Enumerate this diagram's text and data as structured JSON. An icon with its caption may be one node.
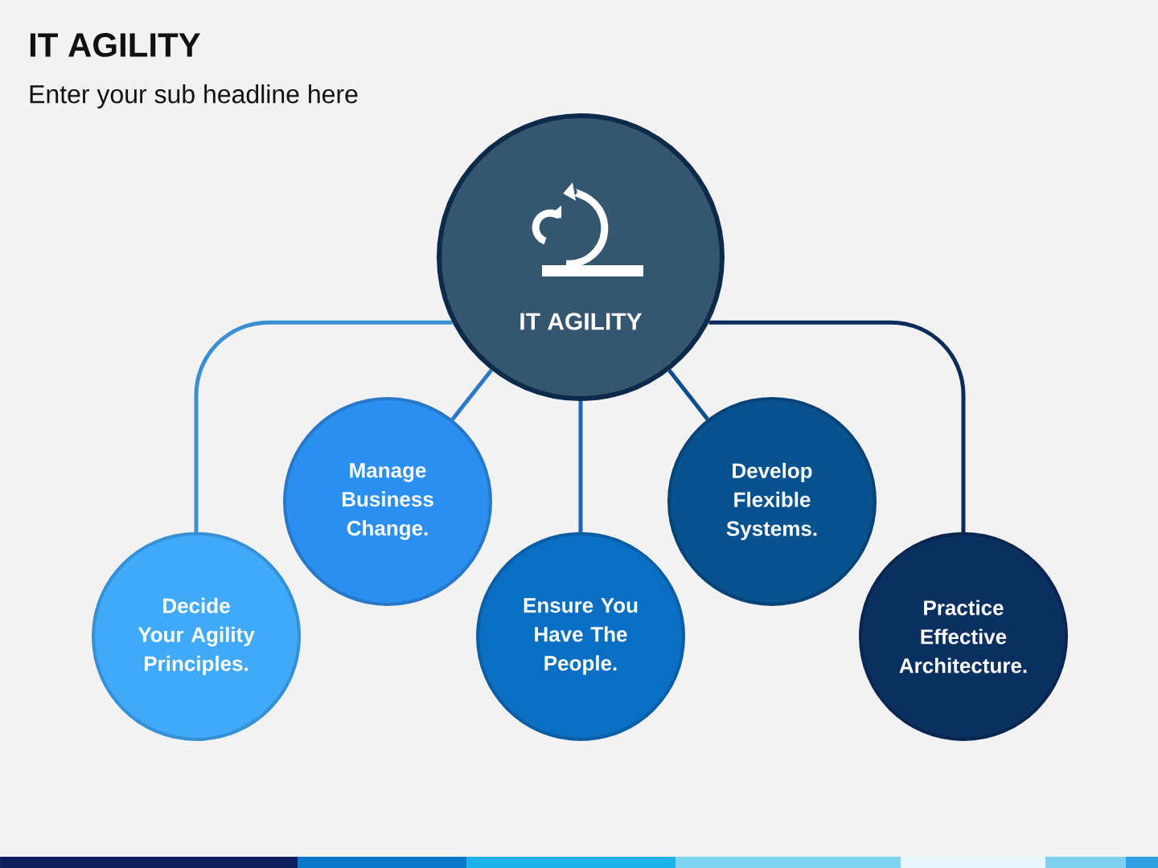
{
  "diagram": {
    "title": "IT AGILITY",
    "caption": "Enter your sub headline here",
    "nodes": [
      {
        "text": [
          "IT AGILITY"
        ]
      },
      {
        "text": [
          "Decide Your Agility Principles."
        ]
      },
      {
        "text": [
          "Manage Business Change."
        ]
      },
      {
        "text": [
          "Ensure You Have The People."
        ]
      },
      {
        "text": [
          "Develop Flexible Systems."
        ]
      },
      {
        "text": [
          "Practice Effective Architecture."
        ]
      }
    ],
    "edges": [
      {
        "from": 0,
        "to": 1,
        "arrow": "none",
        "color": "#3b8fd4"
      },
      {
        "from": 0,
        "to": 2,
        "arrow": "none",
        "color": "#2a7ac8"
      },
      {
        "from": 0,
        "to": 3,
        "arrow": "none",
        "color": "#1b67b3"
      },
      {
        "from": 0,
        "to": 4,
        "arrow": "none",
        "color": "#0b4f8c"
      },
      {
        "from": 0,
        "to": 5,
        "arrow": "none",
        "color": "#0b2b5a"
      }
    ]
  }
}
